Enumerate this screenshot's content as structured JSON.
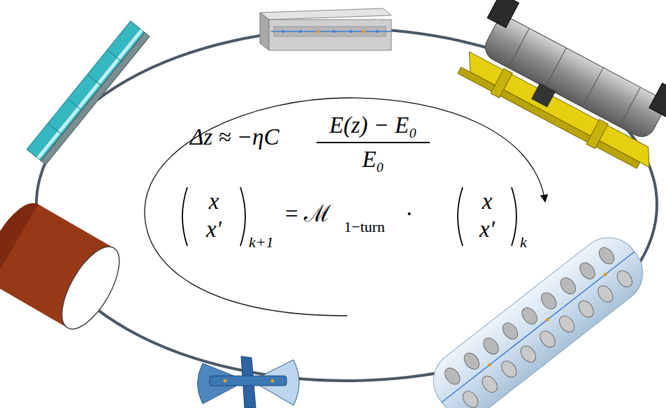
{
  "diagram": {
    "labels": [
      "Δz ≈ −ηC",
      "E(z) − E₀",
      "E₀",
      "x",
      "x′",
      "k+1",
      "= ℳ",
      "1−turn",
      "·",
      "x",
      "x′",
      "k"
    ]
  }
}
